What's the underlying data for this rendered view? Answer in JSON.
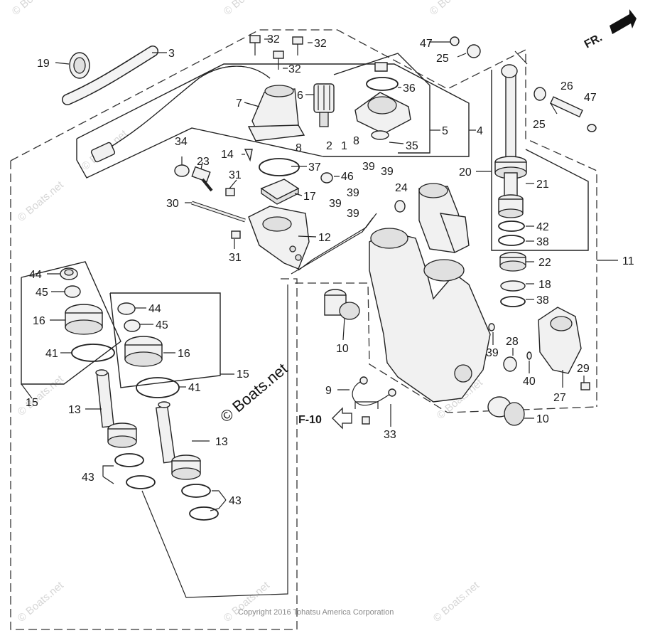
{
  "labels": {
    "c1": "1",
    "c2": "2",
    "c3": "3",
    "c4": "4",
    "c5": "5",
    "c6": "6",
    "c7": "7",
    "c8a": "8",
    "c8b": "8",
    "c9": "9",
    "c10a": "10",
    "c10b": "10",
    "c11": "11",
    "c12": "12",
    "c13a": "13",
    "c13b": "13",
    "c14": "14",
    "c15a": "15",
    "c15b": "15",
    "c16a": "16",
    "c16b": "16",
    "c17": "17",
    "c18": "18",
    "c19": "19",
    "c20": "20",
    "c21": "21",
    "c22": "22",
    "c23": "23",
    "c24": "24",
    "c25a": "25",
    "c25b": "25",
    "c26": "26",
    "c27": "27",
    "c28": "28",
    "c29": "29",
    "c30": "30",
    "c31a": "31",
    "c31b": "31",
    "c32a": "32",
    "c32b": "32",
    "c32c": "32",
    "c33": "33",
    "c34": "34",
    "c35": "35",
    "c36": "36",
    "c37": "37",
    "c38a": "38",
    "c38b": "38",
    "c39a": "39",
    "c39b": "39",
    "c39c": "39",
    "c39d": "39",
    "c39e": "39",
    "c39f": "39",
    "c40": "40",
    "c41a": "41",
    "c41b": "41",
    "c42": "42",
    "c43a": "43",
    "c43b": "43",
    "c44a": "44",
    "c44b": "44",
    "c45a": "45",
    "c45b": "45",
    "c46": "46",
    "c47a": "47",
    "c47b": "47"
  },
  "direction": {
    "label": "FR."
  },
  "reference": {
    "label": "F-10"
  },
  "watermark": {
    "text": "© Boats.net"
  },
  "copyright": "Copyright 2016 Tohatsu America Corporation"
}
